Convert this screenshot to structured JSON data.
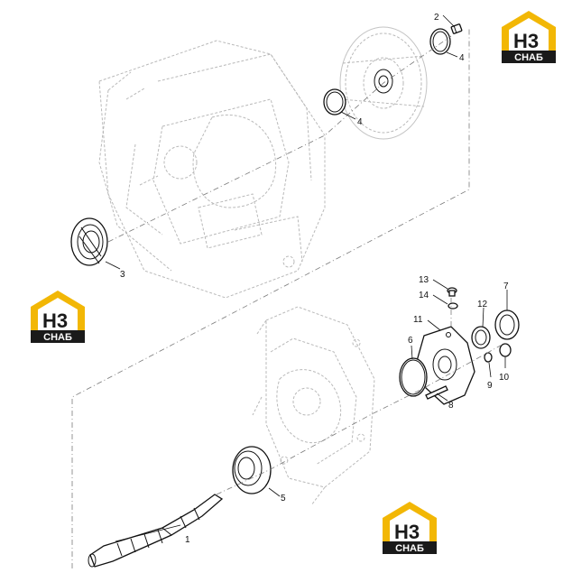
{
  "colors": {
    "logo_yellow": "#f2b705",
    "logo_dark": "#1a1a1a",
    "line": "#111111",
    "ghost": "#b9b9b9"
  },
  "callouts": [
    {
      "id": "c1",
      "label": "1"
    },
    {
      "id": "c2",
      "label": "2"
    },
    {
      "id": "c3",
      "label": "3"
    },
    {
      "id": "c4a",
      "label": "4"
    },
    {
      "id": "c4b",
      "label": "4"
    },
    {
      "id": "c5",
      "label": "5"
    },
    {
      "id": "c6",
      "label": "6"
    },
    {
      "id": "c7",
      "label": "7"
    },
    {
      "id": "c8",
      "label": "8"
    },
    {
      "id": "c9",
      "label": "9"
    },
    {
      "id": "c10",
      "label": "10"
    },
    {
      "id": "c11",
      "label": "11"
    },
    {
      "id": "c12",
      "label": "12"
    },
    {
      "id": "c13",
      "label": "13"
    },
    {
      "id": "c14",
      "label": "14"
    }
  ],
  "watermark": {
    "letters": "H3",
    "caption": "CHAБ"
  }
}
